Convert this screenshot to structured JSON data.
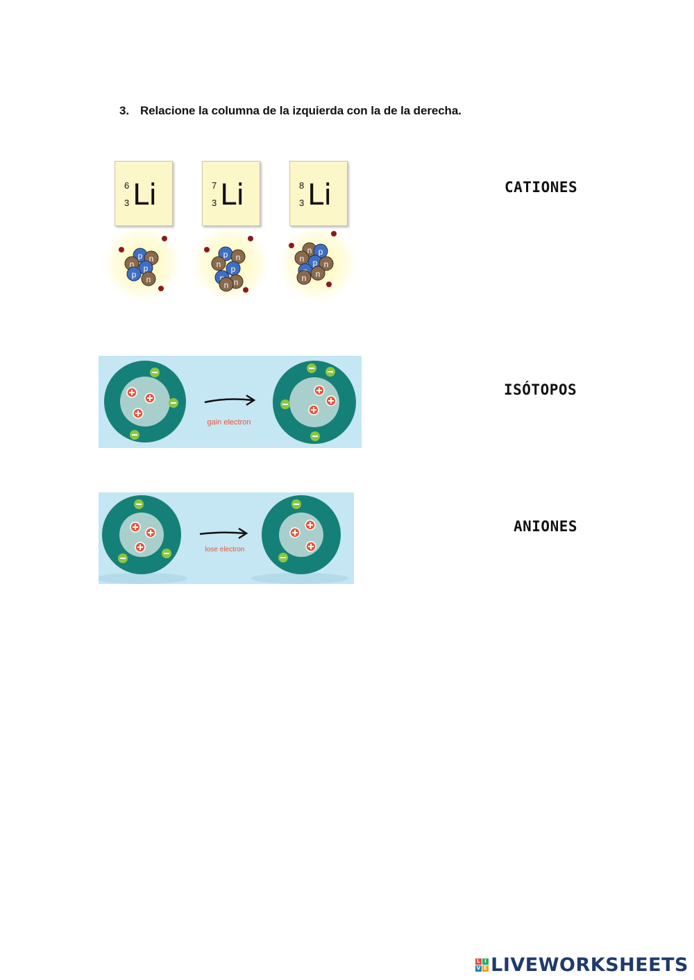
{
  "instruction": {
    "number": "3.",
    "text": "Relacione la columna de la izquierda con la de la derecha."
  },
  "isotopes": [
    {
      "mass": "6",
      "atomic": "3",
      "symbol": "Li"
    },
    {
      "mass": "7",
      "atomic": "3",
      "symbol": "Li"
    },
    {
      "mass": "8",
      "atomic": "3",
      "symbol": "Li"
    }
  ],
  "nucleon_labels": {
    "neutron": "n",
    "proton": "p"
  },
  "ion_diagrams": [
    {
      "caption": "gain electron"
    },
    {
      "caption": "lose electron"
    }
  ],
  "answers": [
    "CATIONES",
    "ISÓTOPOS",
    "ANIONES"
  ],
  "logo": {
    "text": "LIVEWORKSHEETS",
    "mark": [
      "L",
      "I",
      "V",
      "E"
    ]
  },
  "colors": {
    "tile_bg": "#fbf7c9",
    "diagram_bg": "#c5e6f3",
    "shell": "#158077",
    "nucleus": "#a9cfcc",
    "proton": "#e8553a",
    "electron": "#8cc63f",
    "neutron": "#8a6a4c",
    "proton_ball": "#3f6fc4",
    "logo": "#1f3a6b"
  }
}
